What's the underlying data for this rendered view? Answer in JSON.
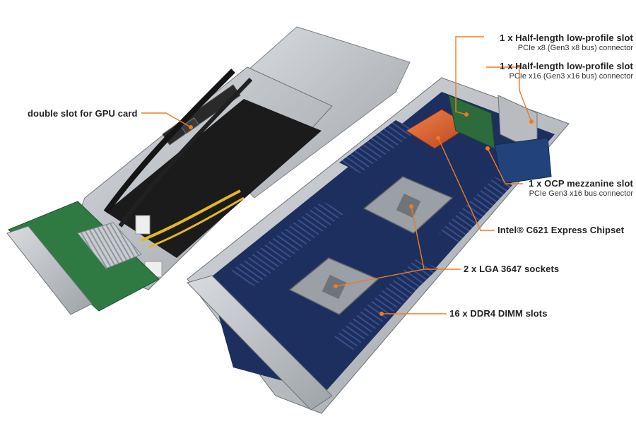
{
  "callouts": {
    "gpu": {
      "title": "double slot for GPU card"
    },
    "pcie_x8": {
      "title": "1 x Half-length low-profile slot",
      "sub": "PCIe x8 (Gen3 x8 bus) connector"
    },
    "pcie_x16": {
      "title": "1 x Half-length low-profile slot",
      "sub": "PCIe x16 (Gen3 x16 bus) connector"
    },
    "ocp": {
      "title": "1 x OCP mezzanine slot",
      "sub": "PCIe Gen3 x16 bus connector"
    },
    "chipset": {
      "title": "Intel® C621 Express Chipset"
    },
    "sockets": {
      "title": "2 x LGA 3647 sockets"
    },
    "dimm": {
      "title": "16 x DDR4 DIMM slots"
    }
  },
  "colors": {
    "leader": "#f07a21",
    "chassis": "#b9bdc2",
    "board_blue": "#1d2f5e",
    "board_green": "#2f7a43",
    "heatsink_copper": "#d4572a"
  }
}
